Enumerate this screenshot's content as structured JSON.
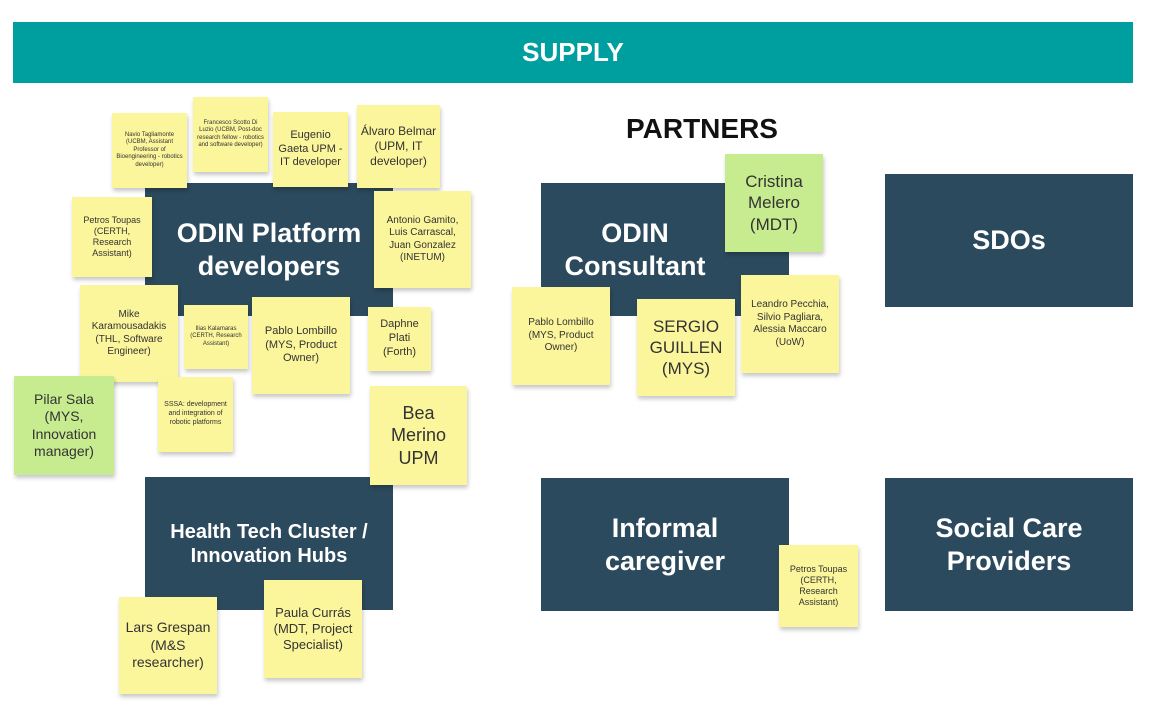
{
  "header": {
    "title": "SUPPLY"
  },
  "partners_title": "PARTNERS",
  "boxes": {
    "odin_platform_developers": "ODIN Platform developers",
    "odin_consultant": "ODIN Consultant",
    "sdos": "SDOs",
    "health_tech_cluster": "Health Tech Cluster / Innovation Hubs",
    "informal_caregiver": "Informal caregiver",
    "social_care_providers": "Social Care Providers"
  },
  "notes": {
    "navio_tagliamonte": "Navio Tagliamonte\n(UCBM, Assistant Professor of Bioengineering - robotics developer)",
    "francesco_scotto": "Francesco Scotto Di Luzio (UCBM, Post-doc research fellow - robotics and software developer)",
    "eugenio_gaeta": "Eugenio Gaeta UPM - IT developer",
    "alvaro_belmar": "Álvaro Belmar (UPM, IT developer)",
    "petros_toupas_1": "Petros Toupas (CERTH, Research Assistant)",
    "antonio_gamito": "Antonio Gamito, Luis Carrascal, Juan Gonzalez (INETUM)",
    "mike_karamousadakis": "Mike Karamousadakis (THL, Software Engineer)",
    "ilias_kalamaras": "Ilias Kalamaras (CERTH, Research Assistant)",
    "pablo_lombillo_1": "Pablo Lombillo (MYS, Product Owner)",
    "daphne_plati": "Daphne Plati (Forth)",
    "pilar_sala": "Pilar Sala (MYS, Innovation manager)",
    "sssa": "SSSA: development and integration of robotic platforms",
    "bea_merino": "Bea Merino UPM",
    "lars_grespan": "Lars Grespan (M&S researcher)",
    "paula_curras": "Paula Currás (MDT, Project Specialist)",
    "cristina_melero": "Cristina Melero (MDT)",
    "pablo_lombillo_2": "Pablo Lombillo (MYS, Product Owner)",
    "sergio_guillen": "SERGIO GUILLEN (MYS)",
    "leandro_pecchia": "Leandro Pecchia, Silvio Pagliara, Alessia Maccaro (UoW)",
    "petros_toupas_2": "Petros Toupas (CERTH, Research Assistant)"
  },
  "colors": {
    "header": "#009f9f",
    "box": "#2c4a5d",
    "sticky_yellow": "#fbf59b",
    "sticky_green": "#c7ec8f"
  }
}
